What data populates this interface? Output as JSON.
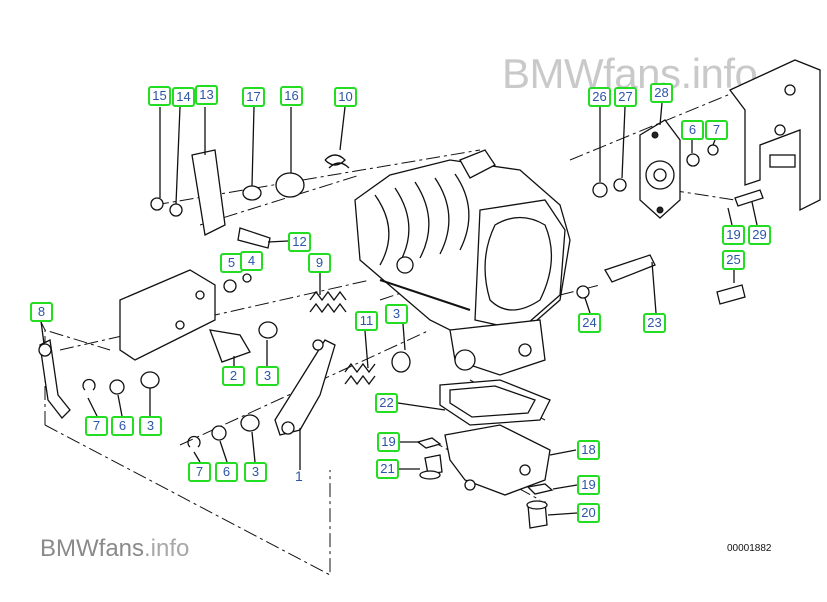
{
  "watermark_top": {
    "brand": "BMWfans",
    "suffix": ".info"
  },
  "watermark_bottom": {
    "brand": "BMWfans",
    "suffix": ".info"
  },
  "reference_code": "00001882",
  "callouts": {
    "c15": "15",
    "c14": "14",
    "c13": "13",
    "c17": "17",
    "c16": "16",
    "c10": "10",
    "c26": "26",
    "c27": "27",
    "c28": "28",
    "c6a": "6",
    "c7a": "7",
    "c12": "12",
    "c5": "5",
    "c4": "4",
    "c9": "9",
    "c8": "8",
    "c3a": "3",
    "c11": "11",
    "c2": "2",
    "c3b": "3",
    "c7b": "7",
    "c6b": "6",
    "c3c": "3",
    "c7c": "7",
    "c6c": "6",
    "c3d": "3",
    "c22": "22",
    "c19a": "19",
    "c21": "21",
    "c18": "18",
    "c19b": "19",
    "c20": "20",
    "c19c": "19",
    "c29": "29",
    "c25": "25",
    "c24": "24",
    "c23": "23"
  },
  "plain_labels": {
    "p1": "1"
  },
  "colors": {
    "callout_border": "#22dd22",
    "callout_text": "#2a55a8",
    "line": "#111111"
  }
}
